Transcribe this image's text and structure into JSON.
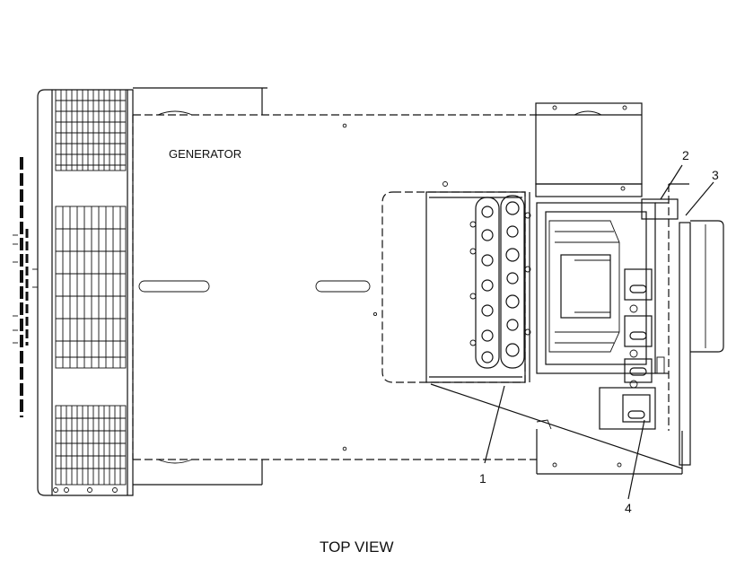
{
  "labels": {
    "generator": "GENERATOR",
    "view_title": "TOP VIEW"
  },
  "callouts": [
    "1",
    "2",
    "3",
    "4"
  ],
  "colors": {
    "line": "#111111",
    "background": "#ffffff"
  }
}
